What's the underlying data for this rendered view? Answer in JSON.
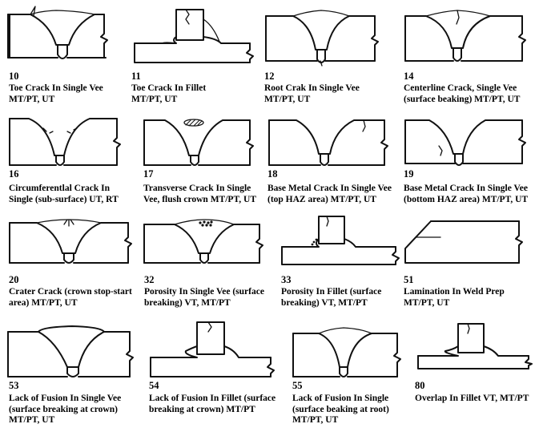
{
  "diagrams": [
    {
      "number": "10",
      "caption": [
        "Toe Crack In Single Vee",
        "MT/PT, UT"
      ]
    },
    {
      "number": "11",
      "caption": [
        "Toe Crack In Fillet",
        "MT/PT, UT"
      ]
    },
    {
      "number": "12",
      "caption": [
        "Root Crak In Single Vee",
        "MT/PT, UT"
      ]
    },
    {
      "number": "14",
      "caption": [
        "Centerline Crack, Single Vee",
        "(surface beaking) MT/PT, UT"
      ]
    },
    {
      "number": "16",
      "caption": [
        "Circumferentlal Crack In",
        "Single (sub-surface) UT, RT"
      ]
    },
    {
      "number": "17",
      "caption": [
        "Transverse Crack In Single",
        "Vee, flush crown MT/PT, UT"
      ]
    },
    {
      "number": "18",
      "caption": [
        "Base Metal Crack In Single Vee",
        "(top HAZ area) MT/PT, UT"
      ]
    },
    {
      "number": "19",
      "caption": [
        "Base Metal Crack In Single Vee",
        "(bottom HAZ area) MT/PT, UT"
      ]
    },
    {
      "number": "20",
      "caption": [
        "Crater Crack (crown stop-start",
        "area) MT/PT, UT"
      ]
    },
    {
      "number": "32",
      "caption": [
        "Porosity In Single Vee (surface",
        "breaking) VT, MT/PT"
      ]
    },
    {
      "number": "33",
      "caption": [
        "Porosity In Fillet (surface",
        "breaking) VT, MT/PT"
      ]
    },
    {
      "number": "51",
      "caption": [
        "Lamination In Weld Prep",
        "MT/PT, UT"
      ]
    },
    {
      "number": "53",
      "caption": [
        "Lack of Fusion In Single Vee",
        "(surface breaking at crown)",
        "MT/PT, UT"
      ]
    },
    {
      "number": "54",
      "caption": [
        "Lack of Fusion In Fillet (surface",
        "breaking at crown) MT/PT"
      ]
    },
    {
      "number": "55",
      "caption": [
        "Lack of Fusion In Single",
        "(surface beaking at root)",
        " MT/PT, UT"
      ]
    },
    {
      "number": "80",
      "caption": [
        "Overlap In Fillet VT, MT/PT"
      ]
    }
  ]
}
